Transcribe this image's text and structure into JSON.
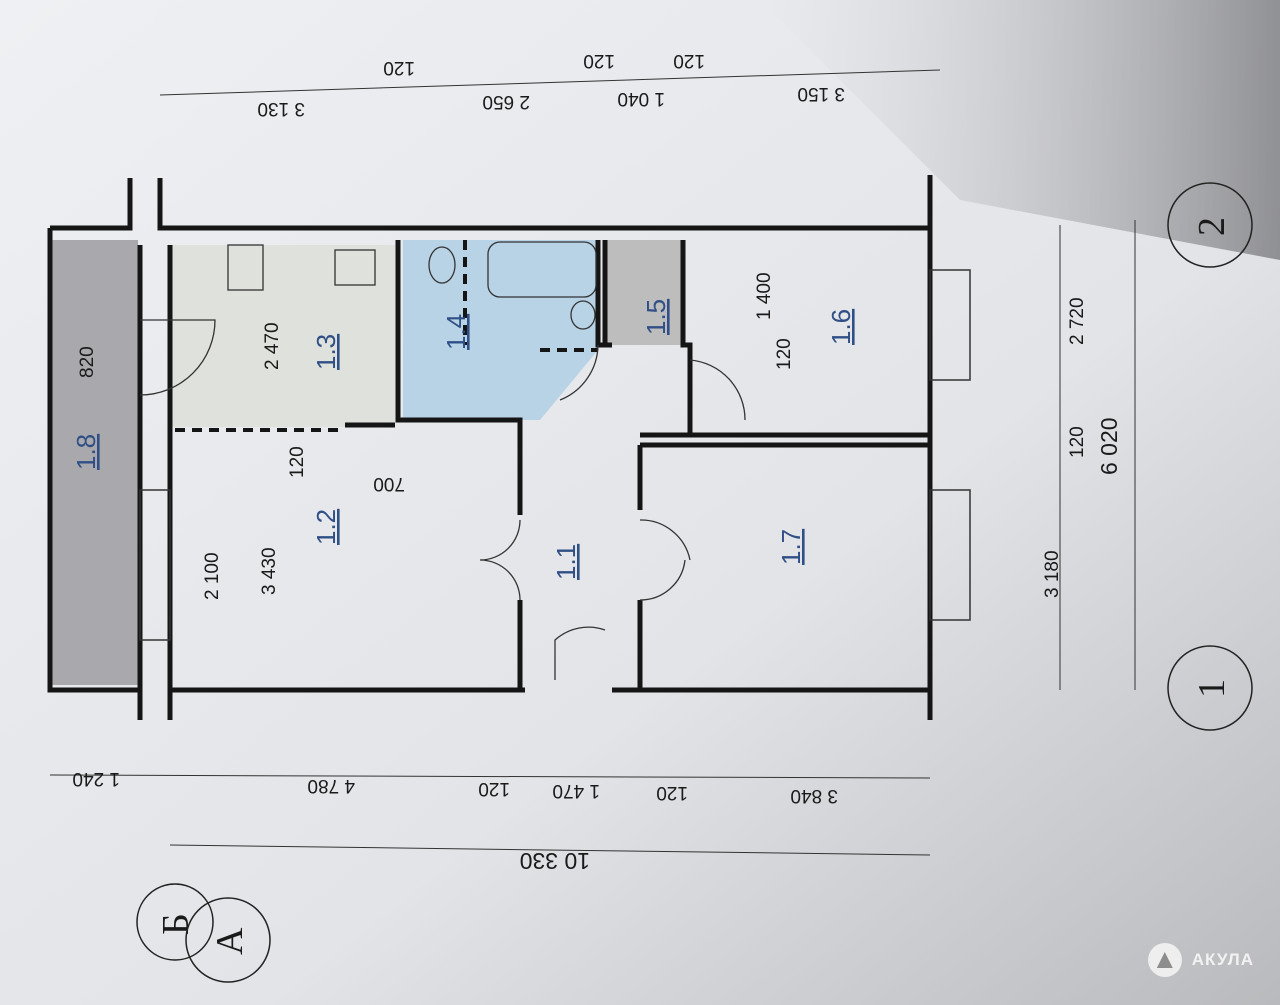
{
  "rooms": {
    "r11": "1.1",
    "r12": "1.2",
    "r13": "1.3",
    "r14": "1.4",
    "r15": "1.5",
    "r16": "1.6",
    "r17": "1.7",
    "r18": "1.8"
  },
  "top_dims": {
    "w1": "120",
    "w2": "120",
    "w3": "120",
    "d1": "3 130",
    "d2": "2 650",
    "d3": "1 040",
    "d4": "3 150"
  },
  "bottom_dims": {
    "d1": "1 240",
    "d2": "4 780",
    "w1": "120",
    "d3": "1 470",
    "w2": "120",
    "d4": "3 840",
    "total": "10 330"
  },
  "inner_dims": {
    "balcony_door": "820",
    "kitchen": "2 470",
    "wall": "120",
    "offset": "700",
    "window": "2 100",
    "room12": "3 430",
    "storage": "1 400",
    "wall2": "120"
  },
  "right_dims": {
    "d1": "2 720",
    "w1": "120",
    "d2": "3 180",
    "total": "6 020"
  },
  "axes": {
    "b": "Б",
    "a": "А",
    "one": "1",
    "two": "2"
  },
  "watermark": {
    "brand": "АКУЛА"
  },
  "colors": {
    "bathroom": "#b9d3e6",
    "storage": "#bdbdbd",
    "balcony": "#a9a9ad",
    "kitchen": "#dfe1dc"
  }
}
